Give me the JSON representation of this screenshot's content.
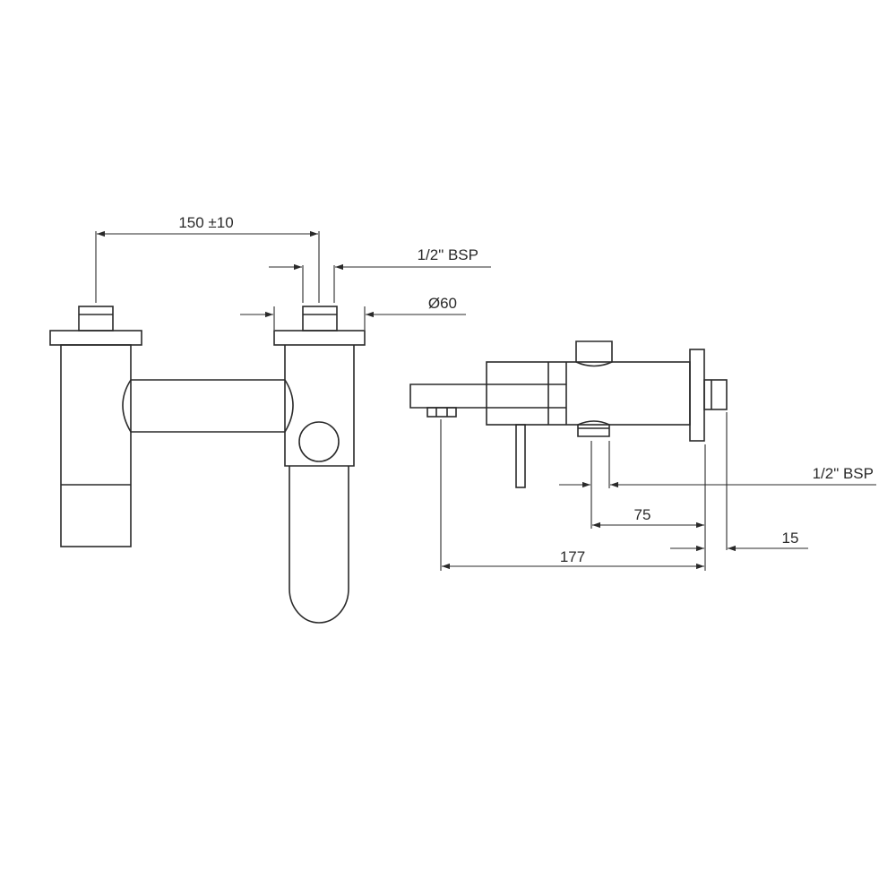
{
  "front_view": {
    "dim_centers": "150 ±10",
    "dim_thread": "1/2\" BSP",
    "dim_diameter": "Ø60"
  },
  "side_view": {
    "dim_thread": "1/2\" BSP",
    "dim_75": "75",
    "dim_177": "177",
    "dim_15": "15"
  },
  "colors": {
    "line": "#2a2a2a",
    "background": "#ffffff"
  }
}
